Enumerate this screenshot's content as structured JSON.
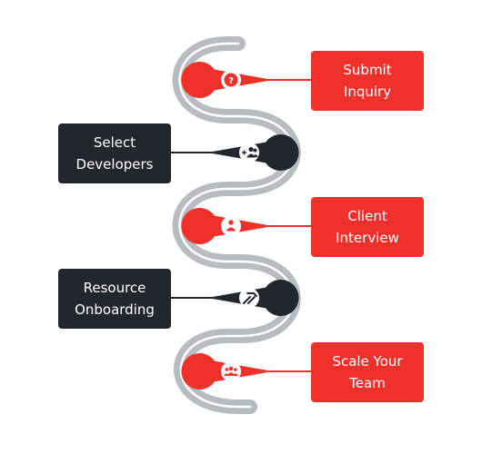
{
  "colors": {
    "road": "#b7bcbe",
    "road_line": "#ffffff",
    "red": "#f0302a",
    "dark": "#21272c",
    "icon": "#ffffff"
  },
  "steps": [
    {
      "label": "Submit Inquiry",
      "lines": [
        "Submit",
        "Inquiry"
      ],
      "color": "red",
      "side": "right",
      "icon": "question-icon"
    },
    {
      "label": "Select Developers",
      "lines": [
        "Select",
        "Developers"
      ],
      "color": "dark",
      "side": "left",
      "icon": "add-people-icon"
    },
    {
      "label": "Client Interview",
      "lines": [
        "Client",
        "Interview"
      ],
      "color": "red",
      "side": "right",
      "icon": "user-interview-icon"
    },
    {
      "label": "Resource Onboarding",
      "lines": [
        "Resource",
        "Onboarding"
      ],
      "color": "dark",
      "side": "left",
      "icon": "handshake-icon"
    },
    {
      "label": "Scale Your Team",
      "lines": [
        "Scale Your",
        "Team"
      ],
      "color": "red",
      "side": "right",
      "icon": "team-icon"
    }
  ]
}
